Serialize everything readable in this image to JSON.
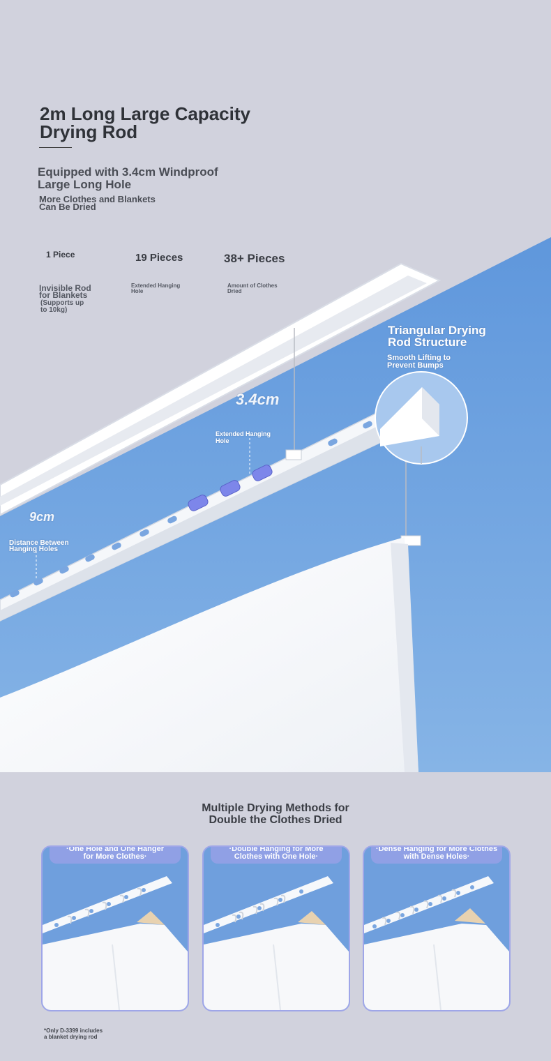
{
  "header": {
    "title": "2m Long Large Capacity\n Drying Rod",
    "subtitle": "Equipped with 3.4cm Windproof\n Large Long Hole",
    "subtitle2": "More Clothes and Blankets\n Can Be Dried"
  },
  "stats": [
    {
      "value": "1 Piece",
      "label": "Invisible Rod\n for Blankets",
      "note": "(Supports up\n to 10kg)"
    },
    {
      "value": "19 Pieces",
      "label": "Extended Hanging\n Hole"
    },
    {
      "value": "38+ Pieces",
      "label": "Amount of Clothes\n Dried"
    }
  ],
  "diagram": {
    "triangle_title": "Triangular Drying\n Rod Structure",
    "triangle_sub": "Smooth Lifting to\n Prevent Bumps",
    "hole_label": "Extended Hanging\n Hole",
    "hole_measure": "3.4cm",
    "distance_label": "Distance Between\n Hanging Holes",
    "distance_measure": "9cm"
  },
  "methods": {
    "title": "Multiple Drying Methods for\n Double the Clothes Dried",
    "cards": [
      {
        "caption": "·One Hole and One Hanger\n for More Clothes·"
      },
      {
        "caption": "·Double Hanging for More\n Clothes with One Hole·"
      },
      {
        "caption": "·Dense Hanging for More Clothes\n with Dense Holes·"
      }
    ]
  },
  "footnote": "*Only D-3399 includes\n a blanket drying rod",
  "colors": {
    "background": "#d1d2dd",
    "sky": "#6fa3df",
    "accent": "#7d86ea"
  }
}
